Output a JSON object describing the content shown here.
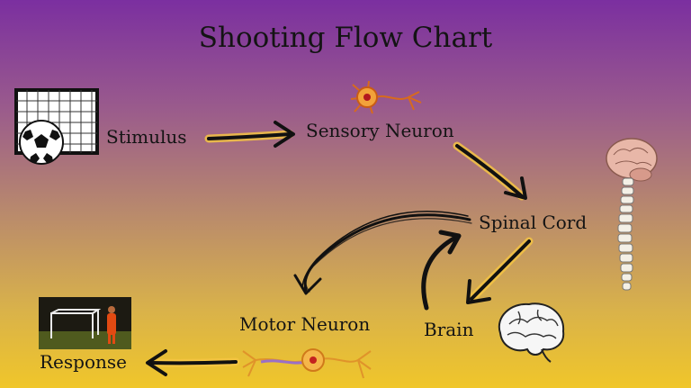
{
  "title": "Shooting Flow Chart",
  "nodes": {
    "stimulus": "Stimulus",
    "sensory_neuron": "Sensory Neuron",
    "spinal_cord": "Spinal Cord",
    "brain": "Brain",
    "motor_neuron": "Motor Neuron",
    "response": "Response"
  },
  "edges": [
    {
      "from": "stimulus",
      "to": "sensory_neuron"
    },
    {
      "from": "sensory_neuron",
      "to": "spinal_cord"
    },
    {
      "from": "spinal_cord",
      "to": "brain"
    },
    {
      "from": "brain",
      "to": "spinal_cord"
    },
    {
      "from": "spinal_cord",
      "to": "motor_neuron"
    },
    {
      "from": "motor_neuron",
      "to": "response"
    }
  ],
  "icons": {
    "goal": "soccer-goal-icon",
    "ball": "soccer-ball-icon",
    "neuron": "neuron-icon",
    "spine": "spine-brain-icon",
    "brain": "brain-icon",
    "photo": "penalty-kick-photo"
  },
  "colors": {
    "background_top": "#7b2fa0",
    "background_bottom": "#f0c62a",
    "arrow": "#111111",
    "arrow_glow": "#f5c443",
    "text": "#141414"
  }
}
